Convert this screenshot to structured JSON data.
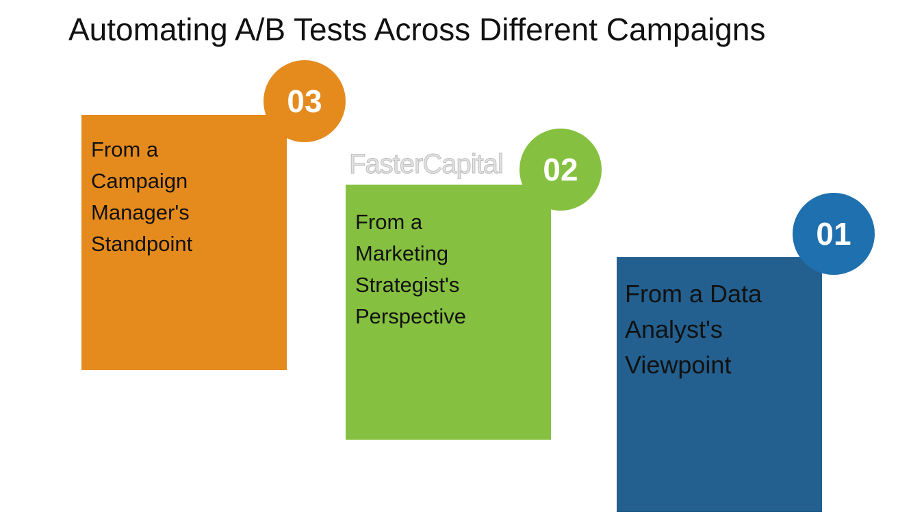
{
  "title": "Automating A/B Tests Across Different Campaigns",
  "watermark": "FasterCapital",
  "cards": [
    {
      "number": "03",
      "lines": [
        "From a",
        "Campaign",
        "Manager's",
        "Standpoint"
      ],
      "box_color": "#E58B1E",
      "circle_color": "#E58B1E"
    },
    {
      "number": "02",
      "lines": [
        "From a",
        "Marketing",
        "Strategist's",
        "Perspective"
      ],
      "box_color": "#86C040",
      "circle_color": "#86C040"
    },
    {
      "number": "01",
      "lines": [
        "From a Data",
        "Analyst's",
        "Viewpoint"
      ],
      "box_color": "#23608F",
      "circle_color": "#1F70AE"
    }
  ]
}
